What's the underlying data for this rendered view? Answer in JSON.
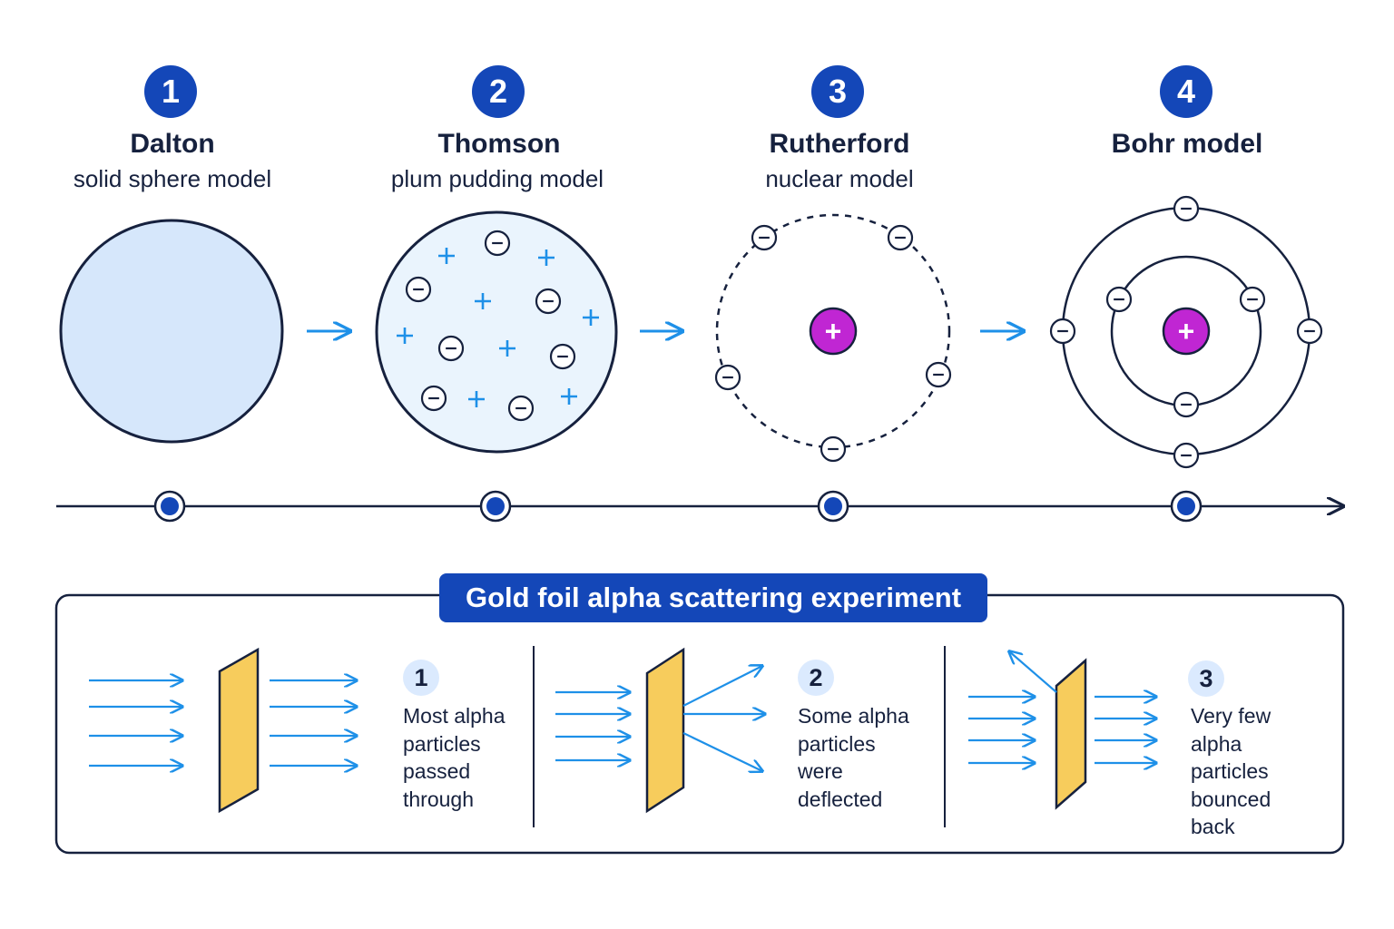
{
  "models": [
    {
      "number": "1",
      "name": "Dalton",
      "subtitle": "solid sphere model"
    },
    {
      "number": "2",
      "name": "Thomson",
      "subtitle": "plum pudding model"
    },
    {
      "number": "3",
      "name": "Rutherford",
      "subtitle": "nuclear model"
    },
    {
      "number": "4",
      "name": "Bohr model",
      "subtitle": ""
    }
  ],
  "symbols": {
    "plus": "+",
    "minus": "−"
  },
  "experiment": {
    "title": "Gold foil alpha scattering experiment",
    "observations": [
      {
        "number": "1",
        "text": "Most alpha\nparticles\npassed\nthrough"
      },
      {
        "number": "2",
        "text": "Some alpha\nparticles\nwere\ndeflected"
      },
      {
        "number": "3",
        "text": "Very few\nalpha\nparticles\nbounced\nback"
      }
    ]
  },
  "colors": {
    "accent": "#1447b8",
    "outline": "#16213e",
    "arrow": "#1e90e8",
    "sphere_fill": "#d6e7fb",
    "pudding_fill": "#eaf4fd",
    "nucleus": "#c026d3",
    "foil": "#f7cc5c"
  }
}
